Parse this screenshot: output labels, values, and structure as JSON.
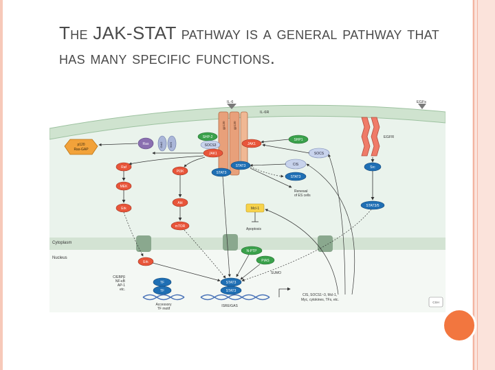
{
  "slide": {
    "title": "The JAK-STAT pathway is a general pathway that has many specific functions."
  },
  "colors": {
    "accent_orange": "#f2763f",
    "border_pink": "#f3b3a0",
    "membrane_green": "#cfe3cf",
    "cytoplasm": "#eaf3ec",
    "nucleus": "#f4f8f4",
    "red_node": "#e8553a",
    "blue_node": "#1f6fb4",
    "green_node": "#3aa14b",
    "orange_node": "#f2a23a",
    "receptor_orange": "#e8a07a"
  },
  "diagram": {
    "ligand_il6": "IL-6",
    "receptor_il6r": "IL-6R",
    "receptor_egfr": "EGFR",
    "ligand_egfs": "EGFs",
    "gp130_left": "gp130",
    "gp130_right": "gp130",
    "p120_line1": "p120",
    "p120_line2": "Ras-GAP",
    "ras": "Ras",
    "grb2": "Grb2",
    "sos": "SOS",
    "shp2": "SHP-2",
    "socs3": "SOCS3",
    "jak1_left": "JAK1",
    "jak1_right": "JAK1",
    "shp1": "SHP1",
    "socs": "SOCS",
    "cis": "CIS",
    "stat3_r1": "STAT3",
    "stat3_r2": "STAT3",
    "stat3_right": "STAT3",
    "raf": "Raf",
    "mek": "MEK",
    "erk": "Erk",
    "pi3k": "PI3K",
    "akt": "Akt",
    "mtor": "mTOR",
    "src": "Src",
    "stat3_5": "STAT3/5",
    "renewal_line1": "Renewal",
    "renewal_line2": "of ES cells",
    "mcl1": "Mcl-1",
    "apoptosis": "Apoptosis",
    "cytoplasm_label": "Cytoplasm",
    "nucleus_label": "Nucleus",
    "nptp": "N-PTP",
    "pias": "PIAS",
    "sumo": "SUMO",
    "erk_nuclear": "Erk",
    "tf_list": [
      "C/EBPβ",
      "NF-κB",
      "AP-1",
      "etc."
    ],
    "tf1": "TF",
    "tf2": "TF",
    "accessory_line1": "Accessory",
    "accessory_line2": "TF motif",
    "stat3_dimer1": "STAT3",
    "stat3_dimer2": "STAT3",
    "isre_gas": "ISRE/GAS",
    "targets_line1": "CIS, SOCS1~3, Mcl-1,",
    "targets_line2": "Myc, cytokines, TFs, etc.",
    "logo": "CSH"
  }
}
